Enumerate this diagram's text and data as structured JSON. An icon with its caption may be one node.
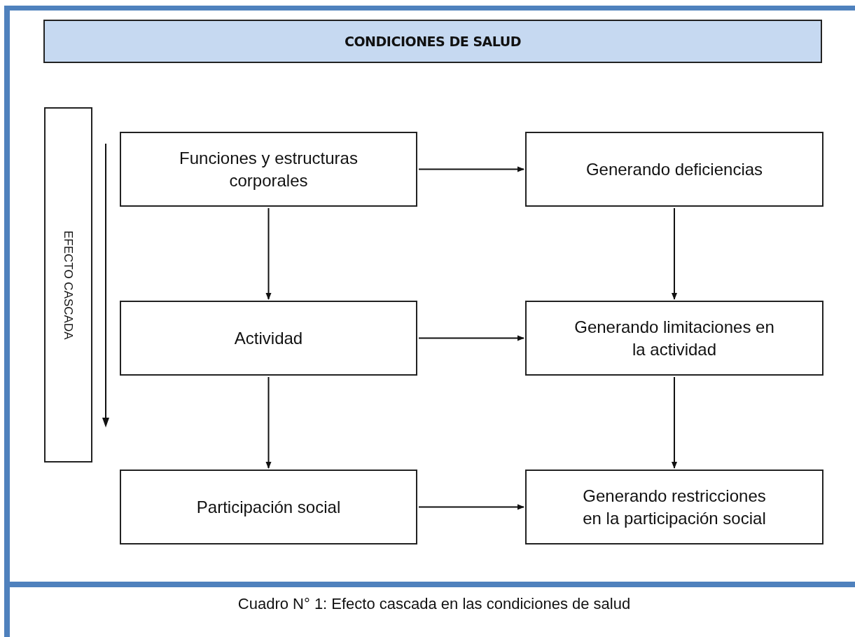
{
  "diagram": {
    "caption": "Cuadro N° 1: Efecto cascada en las condiciones de salud",
    "nodes": [
      {
        "text": [
          "CONDICIONES DE SALUD"
        ]
      },
      {
        "text": [
          "EFECTO CASCADA"
        ]
      },
      {
        "text": [
          "Funciones y estructuras corporales"
        ]
      },
      {
        "text": [
          "Generando deficiencias"
        ]
      },
      {
        "text": [
          "Actividad"
        ]
      },
      {
        "text": [
          "Generando limitaciones en la actividad"
        ]
      },
      {
        "text": [
          "Participación social"
        ]
      },
      {
        "text": [
          "Generando restricciones en la participación social"
        ]
      }
    ],
    "edges": [
      {
        "from": 2,
        "to": 3,
        "arrow": "to"
      },
      {
        "from": 2,
        "to": 4,
        "arrow": "to"
      },
      {
        "from": 3,
        "to": 5,
        "arrow": "to"
      },
      {
        "from": 4,
        "to": 5,
        "arrow": "to"
      },
      {
        "from": 4,
        "to": 6,
        "arrow": "to"
      },
      {
        "from": 5,
        "to": 7,
        "arrow": "to"
      },
      {
        "from": 6,
        "to": 7,
        "arrow": "to"
      }
    ]
  }
}
